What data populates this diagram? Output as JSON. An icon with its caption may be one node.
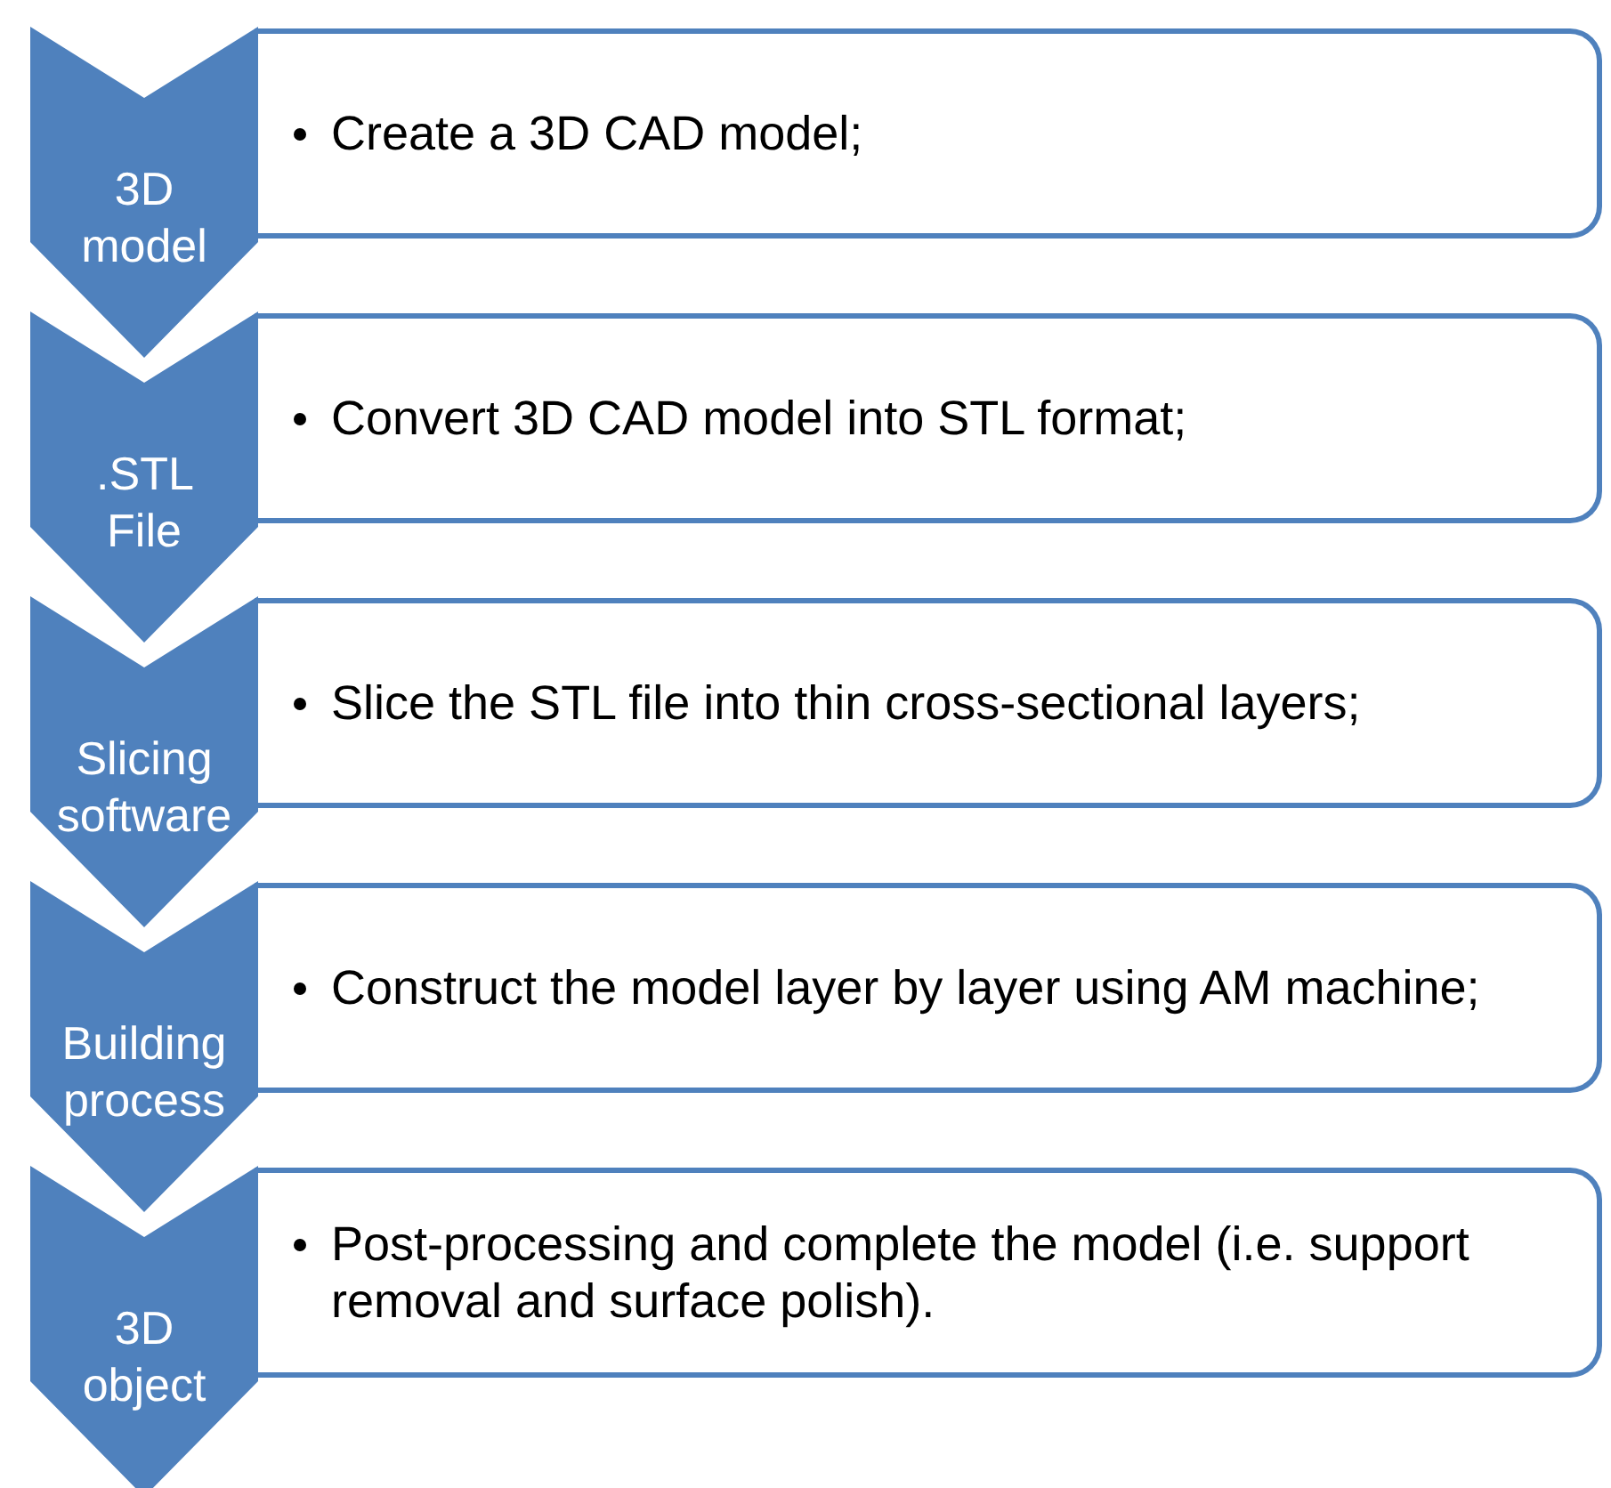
{
  "diagram": {
    "nodes": [
      {
        "text": [
          "3D model"
        ]
      },
      {
        "text": [
          "Create a 3D CAD model;"
        ]
      },
      {
        "text": [
          ".STL File"
        ]
      },
      {
        "text": [
          "Convert 3D CAD model into STL format;"
        ]
      },
      {
        "text": [
          "Slicing software"
        ]
      },
      {
        "text": [
          "Slice the STL file into thin cross-sectional layers;"
        ]
      },
      {
        "text": [
          "Building process"
        ]
      },
      {
        "text": [
          "Construct the model layer by layer using AM machine;"
        ]
      },
      {
        "text": [
          "3D object"
        ]
      },
      {
        "text": [
          "Post-processing and complete the model (i.e. support removal and surface polish)."
        ]
      }
    ]
  }
}
